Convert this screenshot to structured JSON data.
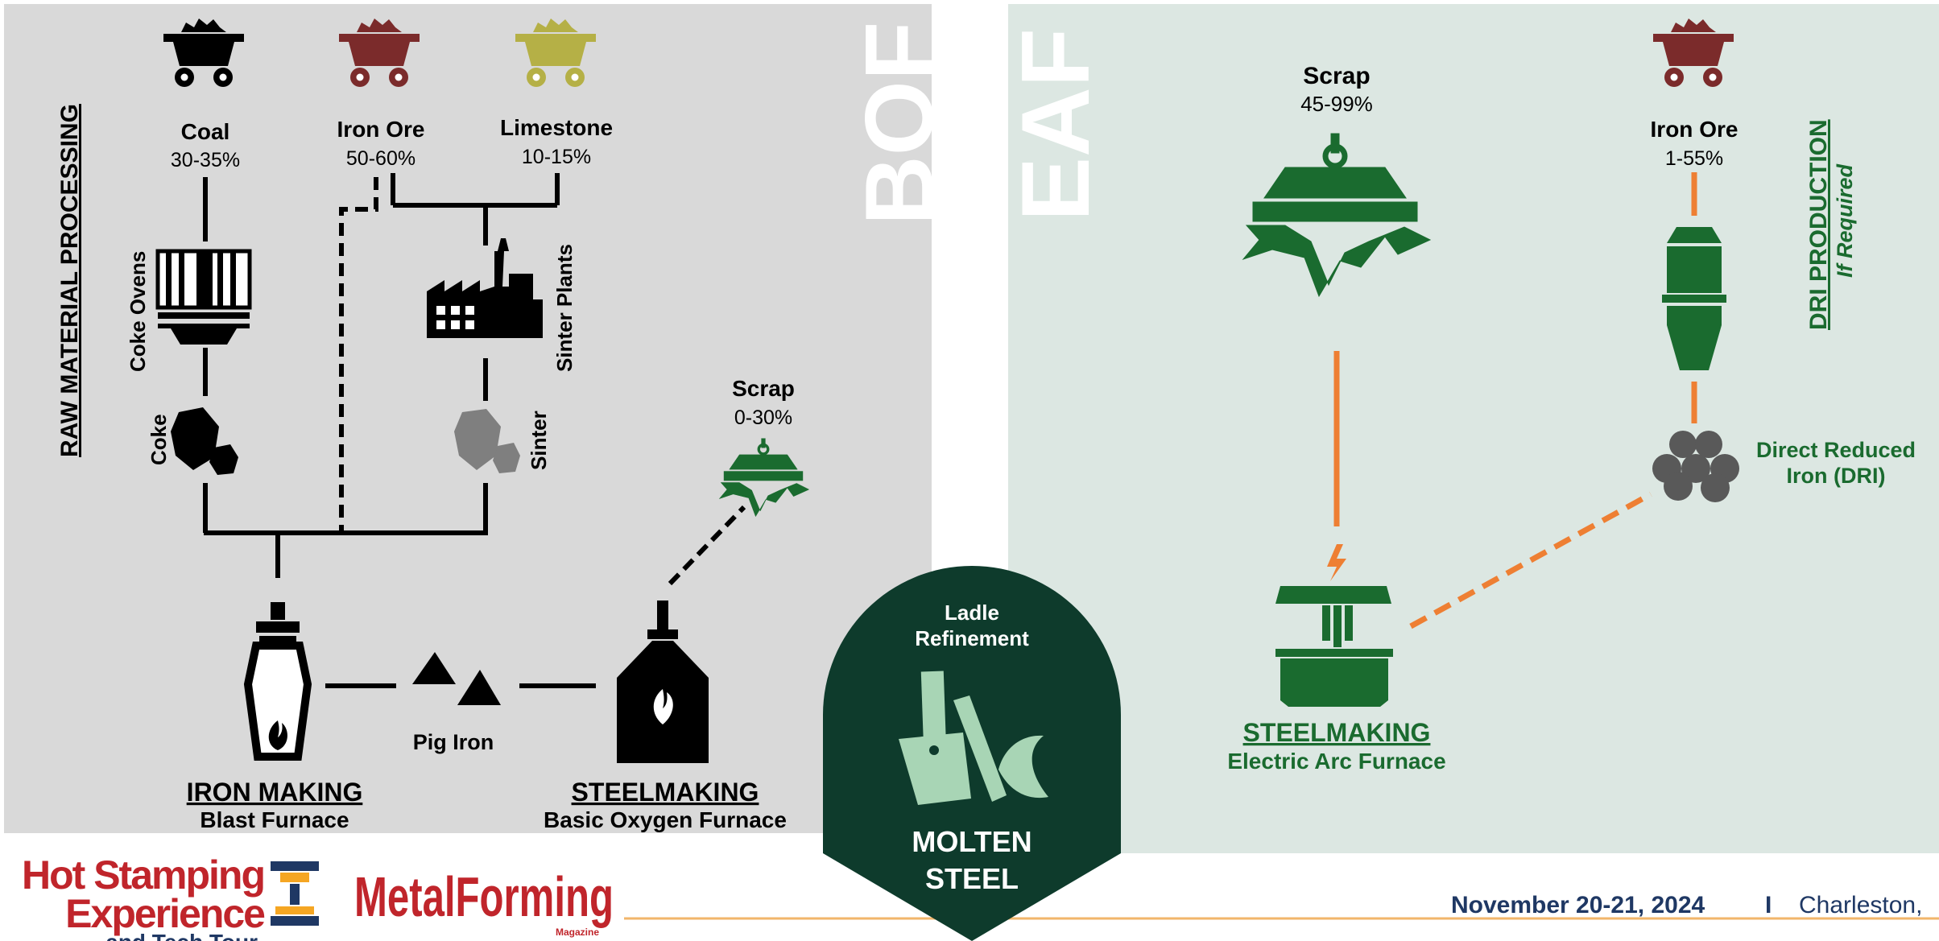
{
  "colors": {
    "bof_panel": "#d9d9d9",
    "eaf_panel": "#dce7e2",
    "green": "#1a6b2f",
    "dark_green": "#0e3b2c",
    "orange": "#ee7f33",
    "iron_ore": "#7b2b2b",
    "limestone": "#b5b046",
    "sinter_gray": "#7f7f7f",
    "navy": "#1f3864",
    "brand_red": "#c0252b"
  },
  "bof": {
    "watermark": "BOF",
    "section_title": "RAW MATERIAL PROCESSING",
    "coal": {
      "name": "Coal",
      "pct": "30-35%"
    },
    "iron_ore": {
      "name": "Iron Ore",
      "pct": "50-60%"
    },
    "limestone": {
      "name": "Limestone",
      "pct": "10-15%"
    },
    "coke_ovens": "Coke Ovens",
    "sinter_plants": "Sinter Plants",
    "coke": "Coke",
    "sinter": "Sinter",
    "scrap": {
      "name": "Scrap",
      "pct": "0-30%"
    },
    "pig_iron": "Pig Iron",
    "iron_making": {
      "title": "IRON MAKING",
      "subtitle": "Blast Furnace"
    },
    "steelmaking": {
      "title": "STEELMAKING",
      "subtitle": "Basic Oxygen Furnace"
    }
  },
  "eaf": {
    "watermark": "EAF",
    "scrap": {
      "name": "Scrap",
      "pct": "45-99%"
    },
    "iron_ore": {
      "name": "Iron Ore",
      "pct": "1-55%"
    },
    "dri_production": {
      "title": "DRI PRODUCTION",
      "subtitle": "If Required"
    },
    "dri": {
      "line1": "Direct Reduced",
      "line2": "Iron (DRI)"
    },
    "steelmaking": {
      "title": "STEELMAKING",
      "subtitle": "Electric Arc Furnace"
    }
  },
  "center": {
    "ladle": {
      "line1": "Ladle",
      "line2": "Refinement"
    },
    "molten": {
      "line1": "MOLTEN",
      "line2": "STEEL"
    }
  },
  "footer": {
    "logo1": {
      "line1": "Hot Stamping",
      "line2": "Experience",
      "line3": "and Tech Tour"
    },
    "logo2": {
      "name": "MetalForming",
      "tag": "Magazine"
    },
    "date": "November 20-21, 2024",
    "separator": "I",
    "location": "Charleston,"
  }
}
